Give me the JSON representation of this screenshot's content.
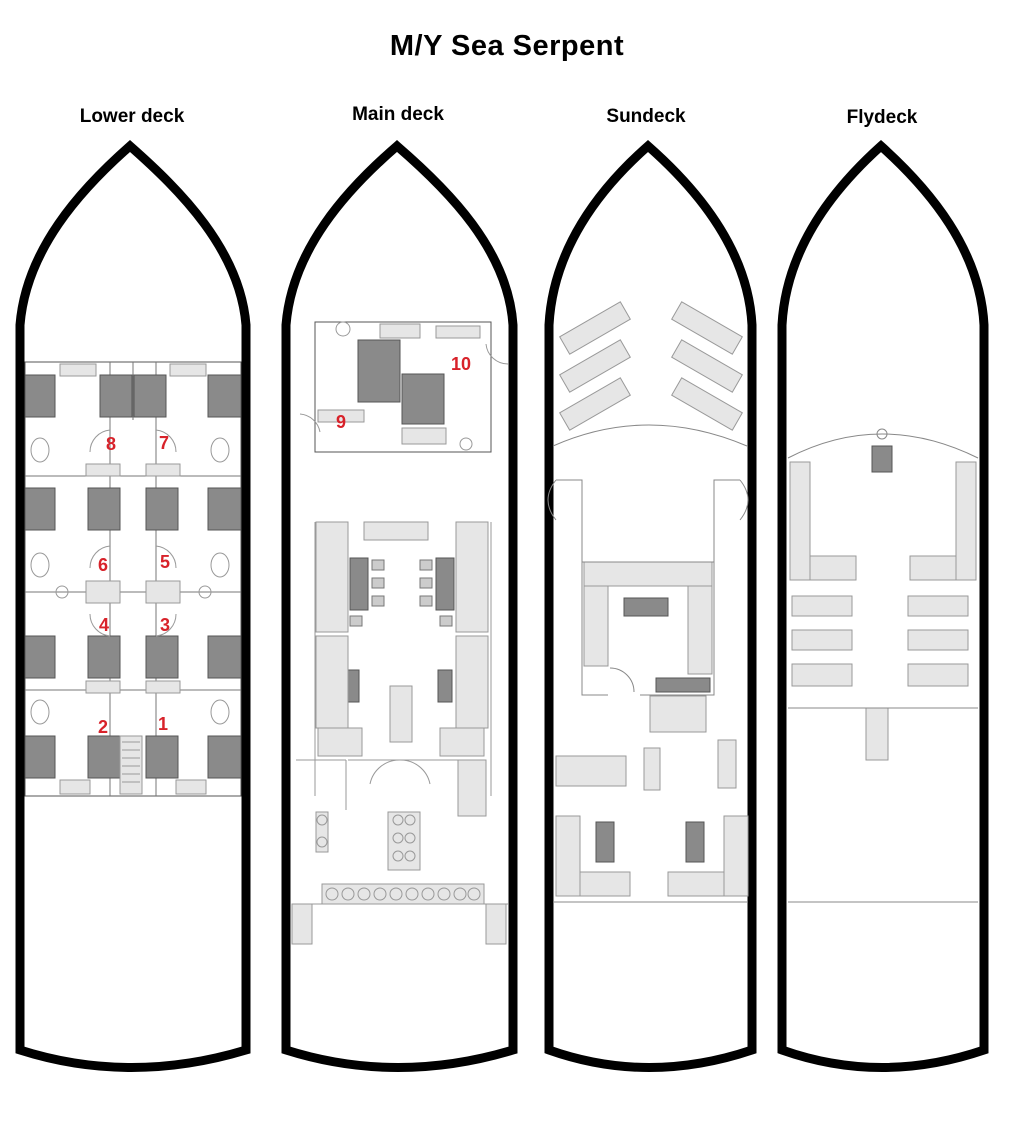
{
  "title": "M/Y Sea Serpent",
  "decks": [
    {
      "name": "Lower deck"
    },
    {
      "name": "Main deck"
    },
    {
      "name": "Sundeck"
    },
    {
      "name": "Flydeck"
    }
  ],
  "lower_deck": {
    "cabins": [
      "8",
      "7",
      "6",
      "5",
      "4",
      "3",
      "2",
      "1"
    ]
  },
  "main_deck": {
    "cabins": [
      "10",
      "9"
    ]
  },
  "colors": {
    "hull": "#000000",
    "furniture": "#e6e6e6",
    "bed": "#8a8a8a",
    "outline": "#999999",
    "cabin_number": "#d8222a"
  }
}
